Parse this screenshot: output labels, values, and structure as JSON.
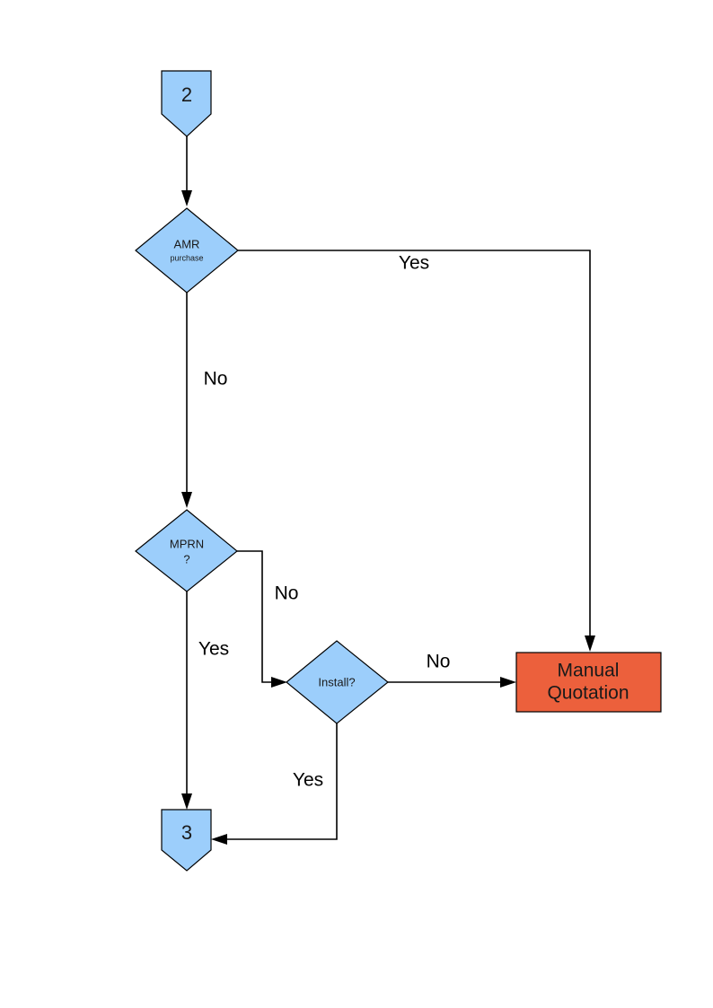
{
  "diagram": {
    "type": "flowchart",
    "title": "AMR purchase / MPRN / Install decision flow",
    "background_color": "#FFFFFF",
    "palette": {
      "node_blue": "#9CCEFB",
      "node_orange": "#EC603C",
      "stroke": "#000000",
      "text": "#1A1A1A"
    }
  },
  "nodes": [
    {
      "id": "start-2",
      "name": "connector-2",
      "shape": "pentagon-down",
      "label": "2",
      "fill": "#9CCEFB"
    },
    {
      "id": "amr-purchase",
      "name": "decision-amr-purchase",
      "shape": "diamond",
      "label_line1": "AMR",
      "label_line2": "purchase",
      "fill": "#9CCEFB"
    },
    {
      "id": "mprn",
      "name": "decision-mprn",
      "shape": "diamond",
      "label_line1": "MPRN",
      "label_line2": "?",
      "fill": "#9CCEFB"
    },
    {
      "id": "install",
      "name": "decision-install",
      "shape": "diamond",
      "label": "Install?",
      "fill": "#9CCEFB"
    },
    {
      "id": "manual-quotation",
      "name": "process-manual-quotation",
      "shape": "rectangle",
      "label_line1": "Manual",
      "label_line2": "Quotation",
      "fill": "#EC603C"
    },
    {
      "id": "end-3",
      "name": "connector-3",
      "shape": "pentagon-down",
      "label": "3",
      "fill": "#9CCEFB"
    }
  ],
  "edges": [
    {
      "id": "e1",
      "from": "start-2",
      "to": "amr-purchase",
      "label": ""
    },
    {
      "id": "e2",
      "from": "amr-purchase",
      "to": "manual-quotation",
      "label": "Yes"
    },
    {
      "id": "e3",
      "from": "amr-purchase",
      "to": "mprn",
      "label": "No"
    },
    {
      "id": "e4",
      "from": "mprn",
      "to": "install",
      "label": "No"
    },
    {
      "id": "e5",
      "from": "mprn",
      "to": "end-3",
      "label": "Yes"
    },
    {
      "id": "e6",
      "from": "install",
      "to": "manual-quotation",
      "label": "No"
    },
    {
      "id": "e7",
      "from": "install",
      "to": "end-3",
      "label": "Yes"
    }
  ],
  "labels": {
    "amr_yes": "Yes",
    "amr_no": "No",
    "mprn_no": "No",
    "mprn_yes": "Yes",
    "install_no": "No",
    "install_yes": "Yes"
  }
}
